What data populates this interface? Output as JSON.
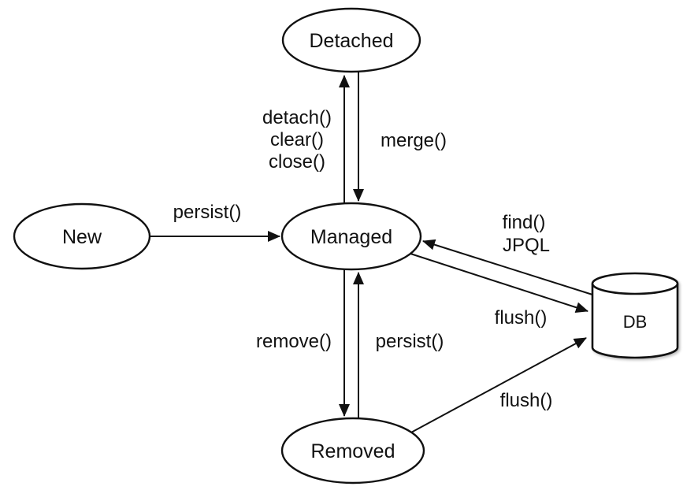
{
  "diagram": {
    "background": "#ffffff",
    "stroke_color": "#111111",
    "nodes": {
      "new": {
        "label": "New"
      },
      "detached": {
        "label": "Detached"
      },
      "managed": {
        "label": "Managed"
      },
      "removed": {
        "label": "Removed"
      },
      "db": {
        "label": "DB"
      }
    },
    "edges": {
      "persist_new_to_managed": {
        "label": "persist()",
        "from": "New",
        "to": "Managed"
      },
      "detach_managed_to_detached": {
        "lines": [
          "detach()",
          "clear()",
          "close()"
        ],
        "from": "Managed",
        "to": "Detached"
      },
      "merge_detached_to_managed": {
        "label": "merge()",
        "from": "Detached",
        "to": "Managed"
      },
      "remove_managed_to_removed": {
        "label": "remove()",
        "from": "Managed",
        "to": "Removed"
      },
      "persist_removed_to_managed": {
        "label": "persist()",
        "from": "Removed",
        "to": "Managed"
      },
      "find_db_to_managed": {
        "lines": [
          "find()",
          "JPQL"
        ],
        "from": "DB",
        "to": "Managed"
      },
      "flush_managed_to_db": {
        "label": "flush()",
        "from": "Managed",
        "to": "DB"
      },
      "flush_removed_to_db": {
        "label": "flush()",
        "from": "Removed",
        "to": "DB"
      }
    }
  }
}
